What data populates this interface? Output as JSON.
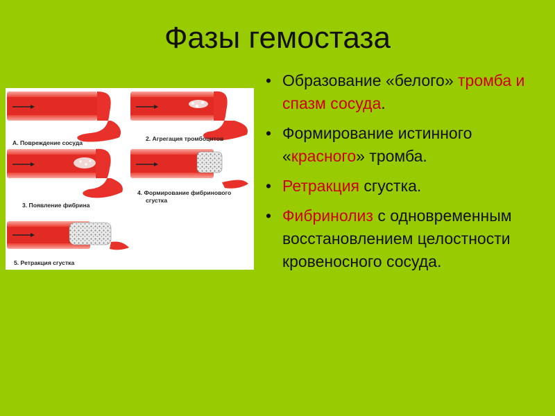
{
  "slide": {
    "title": "Фазы гемостаза"
  },
  "figure": {
    "panels": [
      {
        "label": "А. Повреждение сосуда"
      },
      {
        "label": "2. Агрегация тромбоцитов"
      },
      {
        "label": "3. Появление фибрина"
      },
      {
        "label_line1": "4. Формирование фибринового",
        "label_line2": "сгустка"
      },
      {
        "label": "5. Ретракция сгустка"
      }
    ]
  },
  "bullets": [
    {
      "marker": "•",
      "pre": "Образование «белого» ",
      "hl": "тромба и спазм сосуда",
      "post": "."
    },
    {
      "marker": "•",
      "pre": "Формирование истинного «",
      "hl": "красного",
      "post": "» тромба."
    },
    {
      "marker": "•",
      "pre": "",
      "hl": "Ретракция",
      "post": " сгустка."
    },
    {
      "marker": "•",
      "pre": "",
      "hl": "Фибринолиз",
      "post": " с одновременным восстановлением целостности кровеносного сосуда."
    }
  ],
  "colors": {
    "background": "#99cc00",
    "accent_text": "#cc0000",
    "vessel": "#e8312a"
  }
}
